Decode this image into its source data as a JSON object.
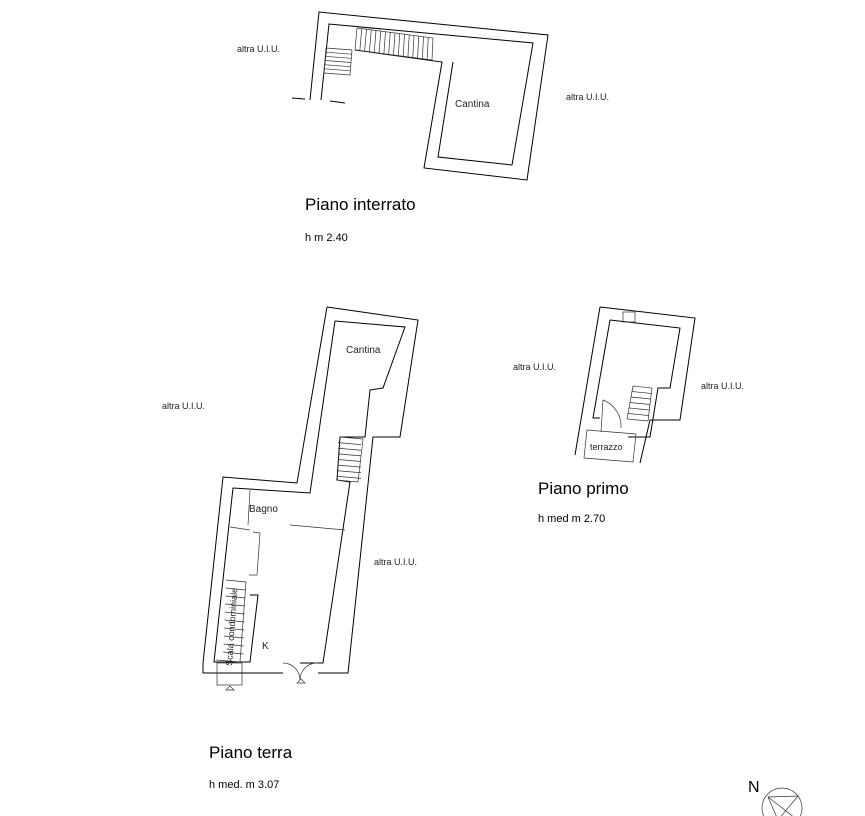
{
  "floors": {
    "interrato": {
      "title": "Piano interrato",
      "height": "h m 2.40",
      "rooms": [
        "Cantina"
      ],
      "neighbors": [
        "altra U.I.U.",
        "altra U.I.U."
      ]
    },
    "terra": {
      "title": "Piano terra",
      "height": "h med. m 3.07",
      "rooms": [
        "Cantina",
        "Bagno",
        "K",
        "Scala condominiale"
      ],
      "neighbors": [
        "altra U.I.U.",
        "altra U.I.U."
      ]
    },
    "primo": {
      "title": "Piano primo",
      "height": "h med m 2.70",
      "rooms": [
        "terrazzo"
      ],
      "neighbors": [
        "altra U.I.U.",
        "altra U.I.U."
      ]
    }
  },
  "compass": {
    "label": "N"
  }
}
